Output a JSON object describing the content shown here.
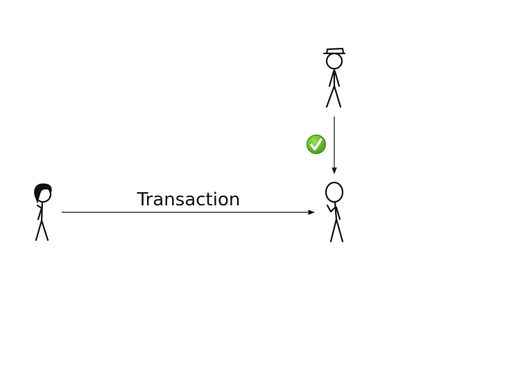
{
  "diagram": {
    "edges": [
      {
        "from": "sender",
        "to": "receiver",
        "label": "Transaction"
      },
      {
        "from": "authority",
        "to": "receiver",
        "label": "",
        "badge": "check-icon"
      }
    ],
    "nodes": [
      {
        "id": "sender",
        "label": ""
      },
      {
        "id": "authority",
        "label": ""
      },
      {
        "id": "receiver",
        "label": ""
      }
    ]
  },
  "colors": {
    "ink": "#111111",
    "check_badge": "#6abf2e",
    "check_badge_dark": "#3f8e12",
    "check_mark": "#ffffff"
  }
}
